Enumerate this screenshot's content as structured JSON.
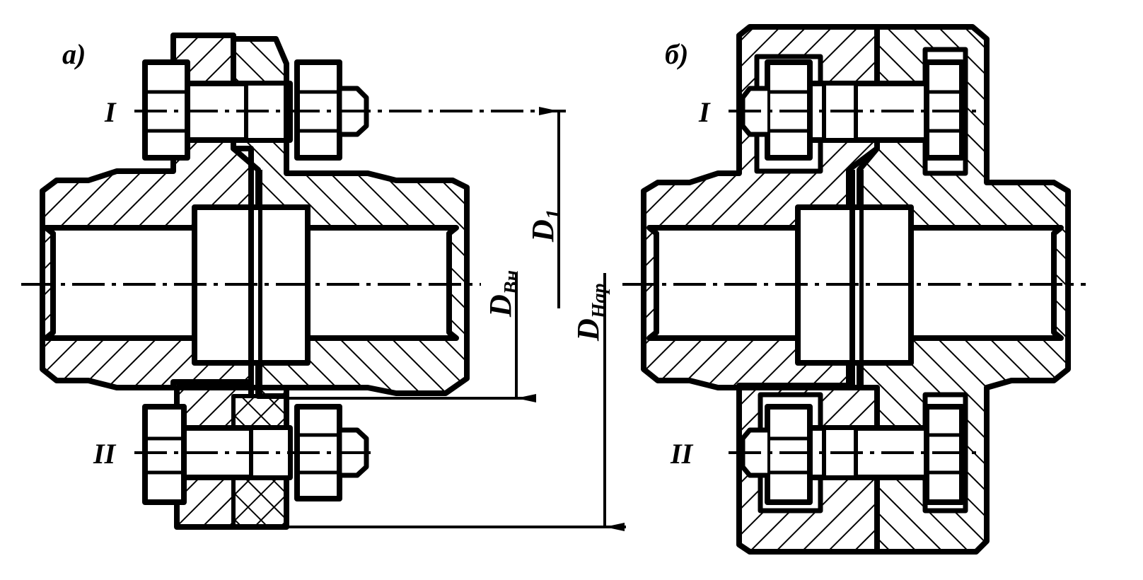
{
  "labels": {
    "view_a": "а)",
    "view_b": "б)",
    "bolt_row_1": "I",
    "bolt_row_2": "II",
    "dim_bolt_circle_main": "D",
    "dim_bolt_circle_sub": "1",
    "dim_inner_main": "D",
    "dim_inner_sub": "Вн",
    "dim_outer_main": "D",
    "dim_outer_sub": "Нар"
  },
  "colors": {
    "stroke": "#000000",
    "background": "#ffffff"
  },
  "hatch": {
    "angle_deg": 45
  }
}
